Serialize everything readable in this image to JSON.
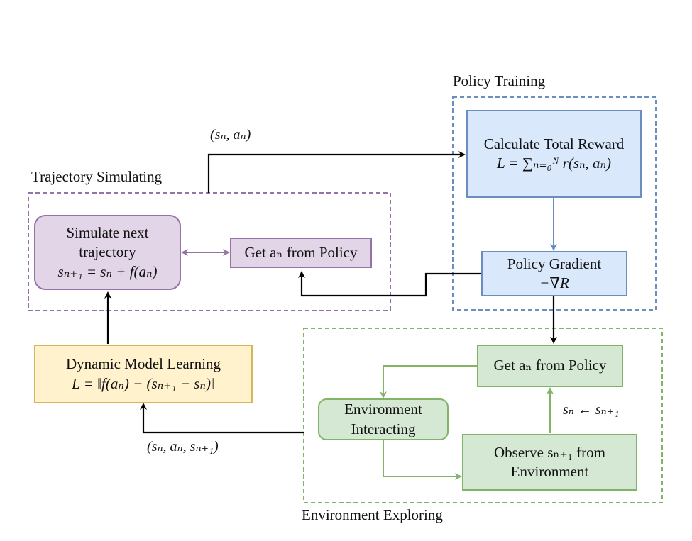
{
  "groups": {
    "policy_training": "Policy Training",
    "trajectory_simulating": "Trajectory Simulating",
    "environment_exploring": "Environment Exploring"
  },
  "nodes": {
    "calc_reward": {
      "line1": "Calculate Total Reward",
      "line2": "L = ∑ₙ₌₀ᴺ r(sₙ, aₙ)"
    },
    "policy_gradient": {
      "line1": "Policy Gradient",
      "line2": "−∇R"
    },
    "simulate": {
      "line1": "Simulate next",
      "line2": "trajectory",
      "line3": "sₙ₊₁ = sₙ + f(aₙ)"
    },
    "get_an_sim": {
      "line1": "Get aₙ from Policy"
    },
    "dynamic_model": {
      "line1": "Dynamic Model Learning",
      "line2": "L = ‖f(aₙ) − (sₙ₊₁ − sₙ)‖"
    },
    "get_an_env": {
      "line1": "Get aₙ from Policy"
    },
    "env_interacting": {
      "line1": "Environment",
      "line2": "Interacting"
    },
    "observe": {
      "line1": "Observe sₙ₊₁ from",
      "line2": "Environment"
    }
  },
  "edge_labels": {
    "sn_an": "(sₙ, aₙ)",
    "sn_an_sn1": "(sₙ, aₙ, sₙ₊₁)",
    "sn_update": "sₙ ← sₙ₊₁"
  },
  "colors": {
    "blue_fill": "#dae8fc",
    "blue_stroke": "#6c8ebf",
    "purple_fill": "#e1d5e7",
    "purple_stroke": "#9673a6",
    "yellow_fill": "#fff2cc",
    "yellow_stroke": "#d6b656",
    "green_fill": "#d5e8d4",
    "green_stroke": "#82b366",
    "black_edge": "#000000"
  }
}
